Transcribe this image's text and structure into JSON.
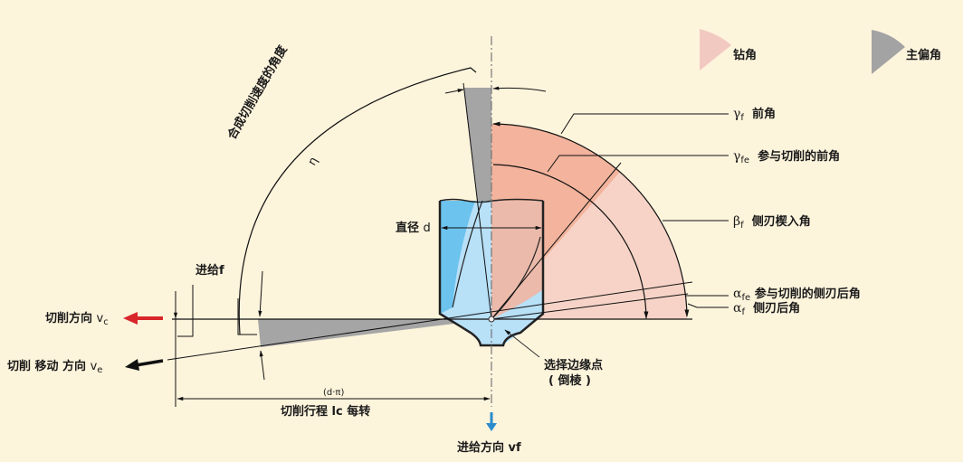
{
  "legend": {
    "drill_angle": {
      "label": "钻角",
      "color": "#f2c9c0"
    },
    "main_angle": {
      "label": "主偏角",
      "color": "#a3a3a3"
    }
  },
  "angles": {
    "gamma_f": {
      "symbol": "γ",
      "sub": "f",
      "label": "前角"
    },
    "gamma_fe": {
      "symbol": "γ",
      "sub": "fe",
      "label": "参与切削的前角"
    },
    "beta_f": {
      "symbol": "β",
      "sub": "f",
      "label": "侧刃楔入角"
    },
    "alpha_fe": {
      "symbol": "α",
      "sub": "fe",
      "label": "参与切削的侧刃后角"
    },
    "alpha_f": {
      "symbol": "α",
      "sub": "f",
      "label": "侧刃后角"
    }
  },
  "resultant_angle": {
    "label": "合成切削速度的角度",
    "symbol": "η"
  },
  "diameter": {
    "label": "直径",
    "symbol": "d"
  },
  "feed": {
    "label": "进给f"
  },
  "cutting_direction": {
    "label": "切削方向",
    "symbol": "v",
    "sub": "c"
  },
  "effective_direction": {
    "label": "切削 移动 方向",
    "symbol": "v",
    "sub": "e"
  },
  "cutting_travel": {
    "formula": "(d·π)",
    "label": "切削行程  lc 每转"
  },
  "selected_point": {
    "line1": "选择边缘点",
    "line2": "( 倒棱 )"
  },
  "feed_direction": {
    "label": "进给方向 vf"
  },
  "colors": {
    "background": "#fdf4dc",
    "rake_zone": "#f3b39c",
    "wedge_zone": "#f6d3c6",
    "grey_zone": "#a5a5a5",
    "drill_blue_dark": "#6cc3ee",
    "drill_blue_light": "#b8e0f7",
    "cut_arrow": "#d8262b",
    "feed_arrow": "#2a8ccc"
  }
}
